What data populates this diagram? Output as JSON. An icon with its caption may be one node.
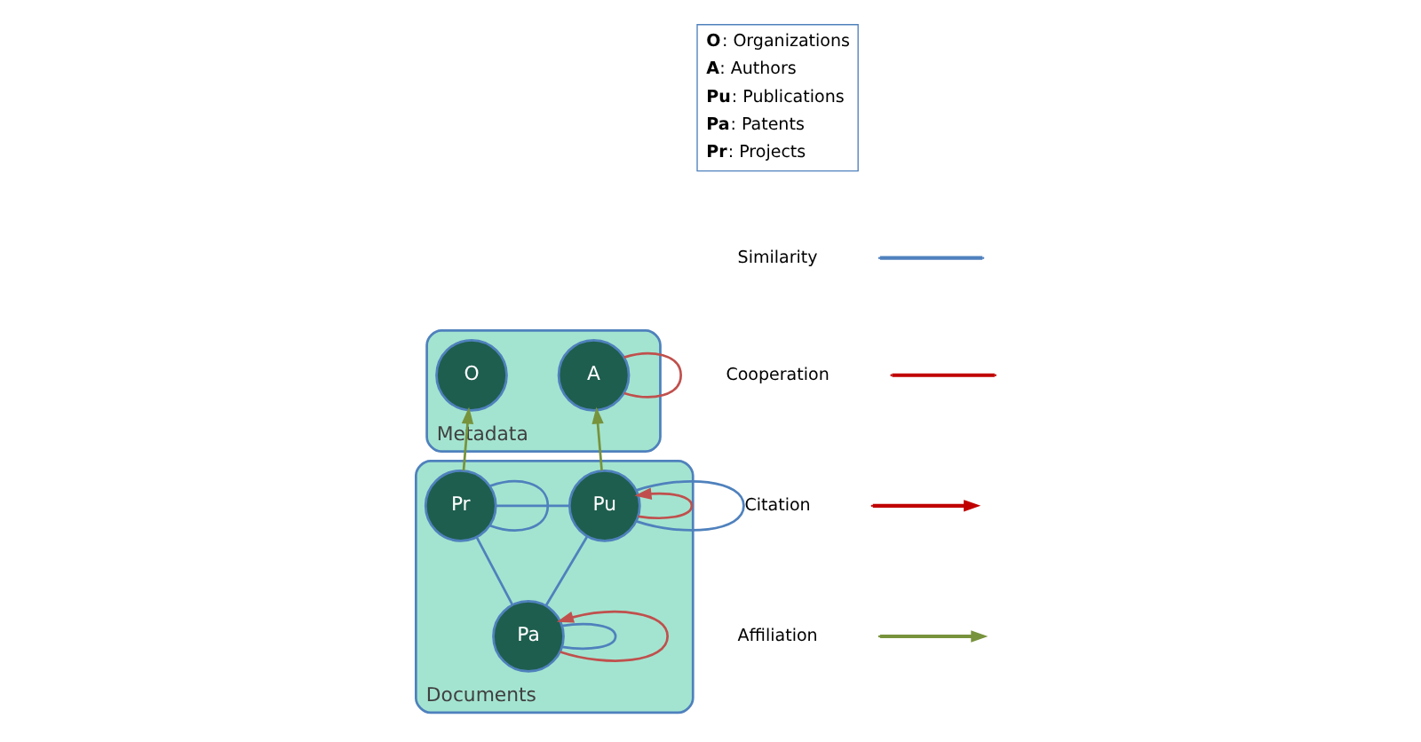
{
  "diagram": {
    "nodes": [
      {
        "text": [
          "Metadata"
        ]
      },
      {
        "text": [
          "A"
        ],
        "in": 0
      },
      {
        "text": [
          "O"
        ],
        "in": 0
      },
      {
        "text": [
          "Documents"
        ]
      },
      {
        "text": [
          "Pu"
        ],
        "in": 3
      },
      {
        "text": [
          "Pr"
        ],
        "in": 3
      },
      {
        "text": [
          "Pa"
        ],
        "in": 3
      }
    ],
    "edges": [
      {
        "from": 1,
        "to": 1,
        "arrow": "none",
        "color": "#c0504d"
      },
      {
        "from": 4,
        "to": 1,
        "arrow": "to",
        "color": "#77933c"
      },
      {
        "from": 5,
        "to": 2,
        "arrow": "to",
        "color": "#77933c"
      },
      {
        "from": 4,
        "to": 4,
        "arrow": "to",
        "color": "#c0504d"
      },
      {
        "from": 4,
        "to": 5,
        "arrow": "none"
      },
      {
        "from": 4,
        "to": 4,
        "arrow": "none"
      },
      {
        "from": 6,
        "to": 4,
        "arrow": "none"
      },
      {
        "from": 6,
        "to": 6,
        "arrow": "none"
      },
      {
        "from": 6,
        "to": 5,
        "arrow": "none"
      },
      {
        "from": 6,
        "to": 6,
        "arrow": "to",
        "color": "#c0504d"
      },
      {
        "from": 5,
        "to": 5,
        "arrow": "none"
      }
    ],
    "labels": [
      "**O**: Organizations",
      "**A**: Authors",
      "**Pu**: Publications",
      "**Pa**: Patents",
      "**Pr**: Projects"
    ],
    "legend": [
      {
        "text": "Similarity"
      },
      {
        "text": "Cooperation"
      },
      {
        "text": "Citation"
      },
      {
        "text": "Affiliation"
      }
    ]
  }
}
